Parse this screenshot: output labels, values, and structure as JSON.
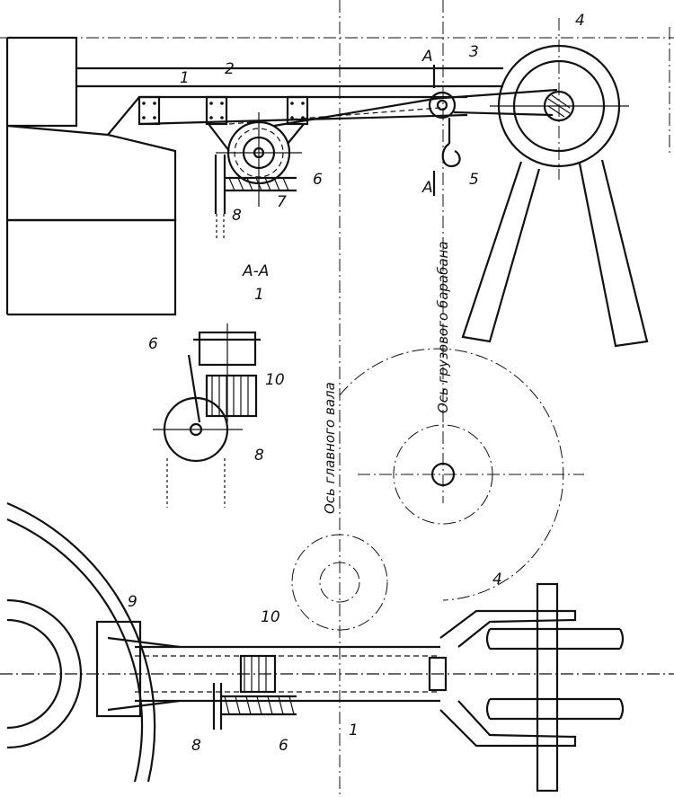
{
  "labels": {
    "n1": "1",
    "n2": "2",
    "n3": "3",
    "n4": "4",
    "n5": "5",
    "n6": "6",
    "n7": "7",
    "n8": "8",
    "n9": "9",
    "n10": "10",
    "section_a": "A",
    "section_aa": "A-A"
  },
  "axes": {
    "main_shaft": "Ось главного вала",
    "load_drum": "Ось грузового барабана"
  }
}
